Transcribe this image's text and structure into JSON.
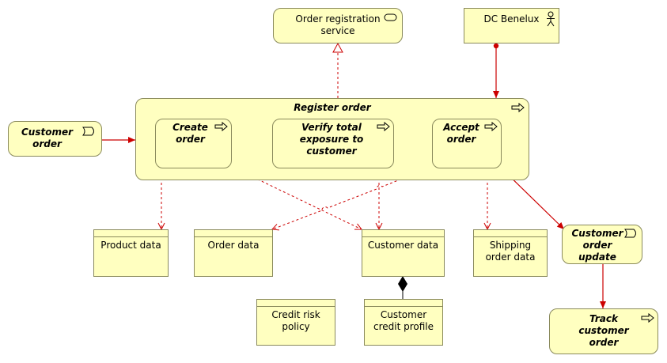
{
  "diagram": {
    "nodes": {
      "order_registration_service": "Order registration service",
      "dc_benelux": "DC Benelux",
      "customer_order": "Customer order",
      "register_order": "Register order",
      "create_order": "Create order",
      "verify_total_exposure": "Verify total exposure to customer",
      "accept_order": "Accept order",
      "product_data": "Product data",
      "order_data": "Order data",
      "customer_data": "Customer data",
      "shipping_order_data": "Shipping order data",
      "customer_order_update": "Customer order update",
      "credit_risk_policy": "Credit risk policy",
      "customer_credit_profile": "Customer credit profile",
      "track_customer_order": "Track customer order"
    },
    "colors": {
      "element_fill": "#ffffc0",
      "element_border": "#8a8a5c",
      "relation_red": "#cc0000",
      "composition_black": "#000000"
    },
    "icons": {
      "process": "process-arrow-icon",
      "service": "service-icon",
      "actor": "actor-icon",
      "event": "event-icon"
    }
  }
}
